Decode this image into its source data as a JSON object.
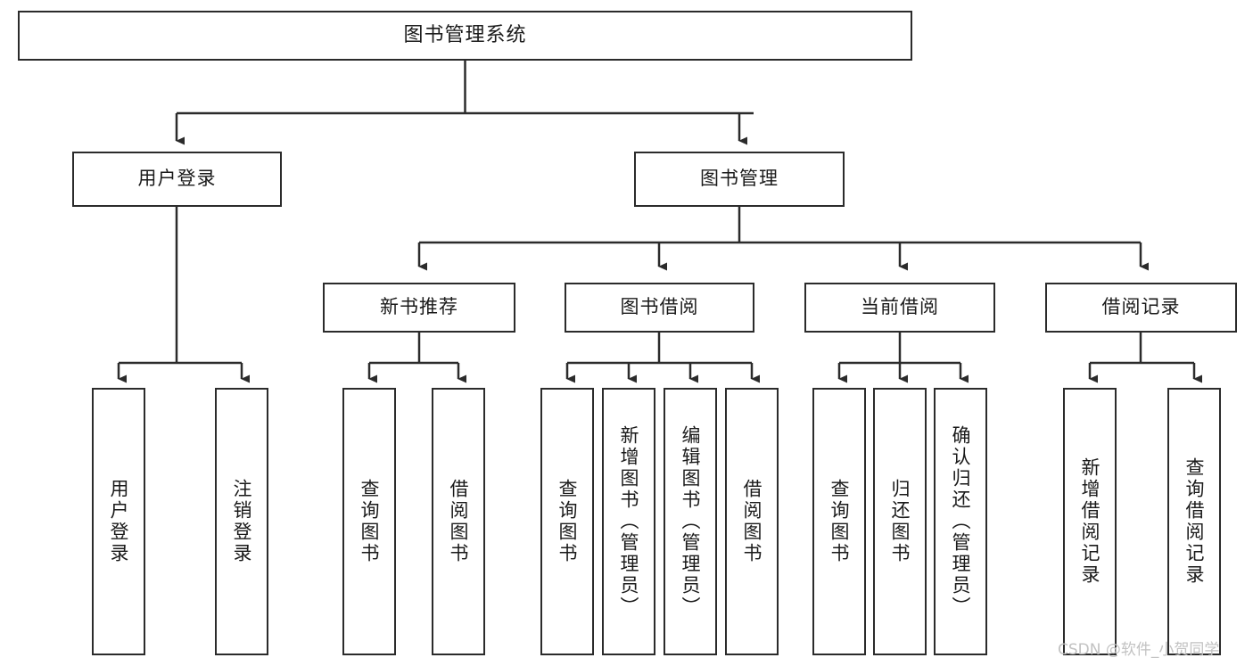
{
  "diagram": {
    "type": "tree-hierarchy-chart",
    "title": "图书管理系统",
    "orientation": "top-down",
    "box_stroke_color": "#2b2b2b",
    "box_fill_color": "#ffffff",
    "text_color": "#1a1a1a"
  },
  "root": {
    "label": "图书管理系统"
  },
  "level2": [
    {
      "label": "用户登录"
    },
    {
      "label": "图书管理"
    }
  ],
  "level3": [
    {
      "label": "新书推荐"
    },
    {
      "label": "图书借阅"
    },
    {
      "label": "当前借阅"
    },
    {
      "label": "借阅记录"
    }
  ],
  "leaves": {
    "user_login": [
      {
        "label": "用户登录"
      },
      {
        "label": "注销登录"
      }
    ],
    "new_book_recommend": [
      {
        "label": "查询图书"
      },
      {
        "label": "借阅图书"
      }
    ],
    "book_borrow": [
      {
        "label": "查询图书"
      },
      {
        "label": "新增图书（管理员）"
      },
      {
        "label": "编辑图书（管理员）"
      },
      {
        "label": "借阅图书"
      }
    ],
    "current_borrow": [
      {
        "label": "查询图书"
      },
      {
        "label": "归还图书"
      },
      {
        "label": "确认归还（管理员）"
      }
    ],
    "borrow_record": [
      {
        "label": "新增借阅记录"
      },
      {
        "label": "查询借阅记录"
      }
    ]
  },
  "watermark": {
    "text": "CSDN @软件_小贺同学",
    "color": "#c2c2c2"
  }
}
